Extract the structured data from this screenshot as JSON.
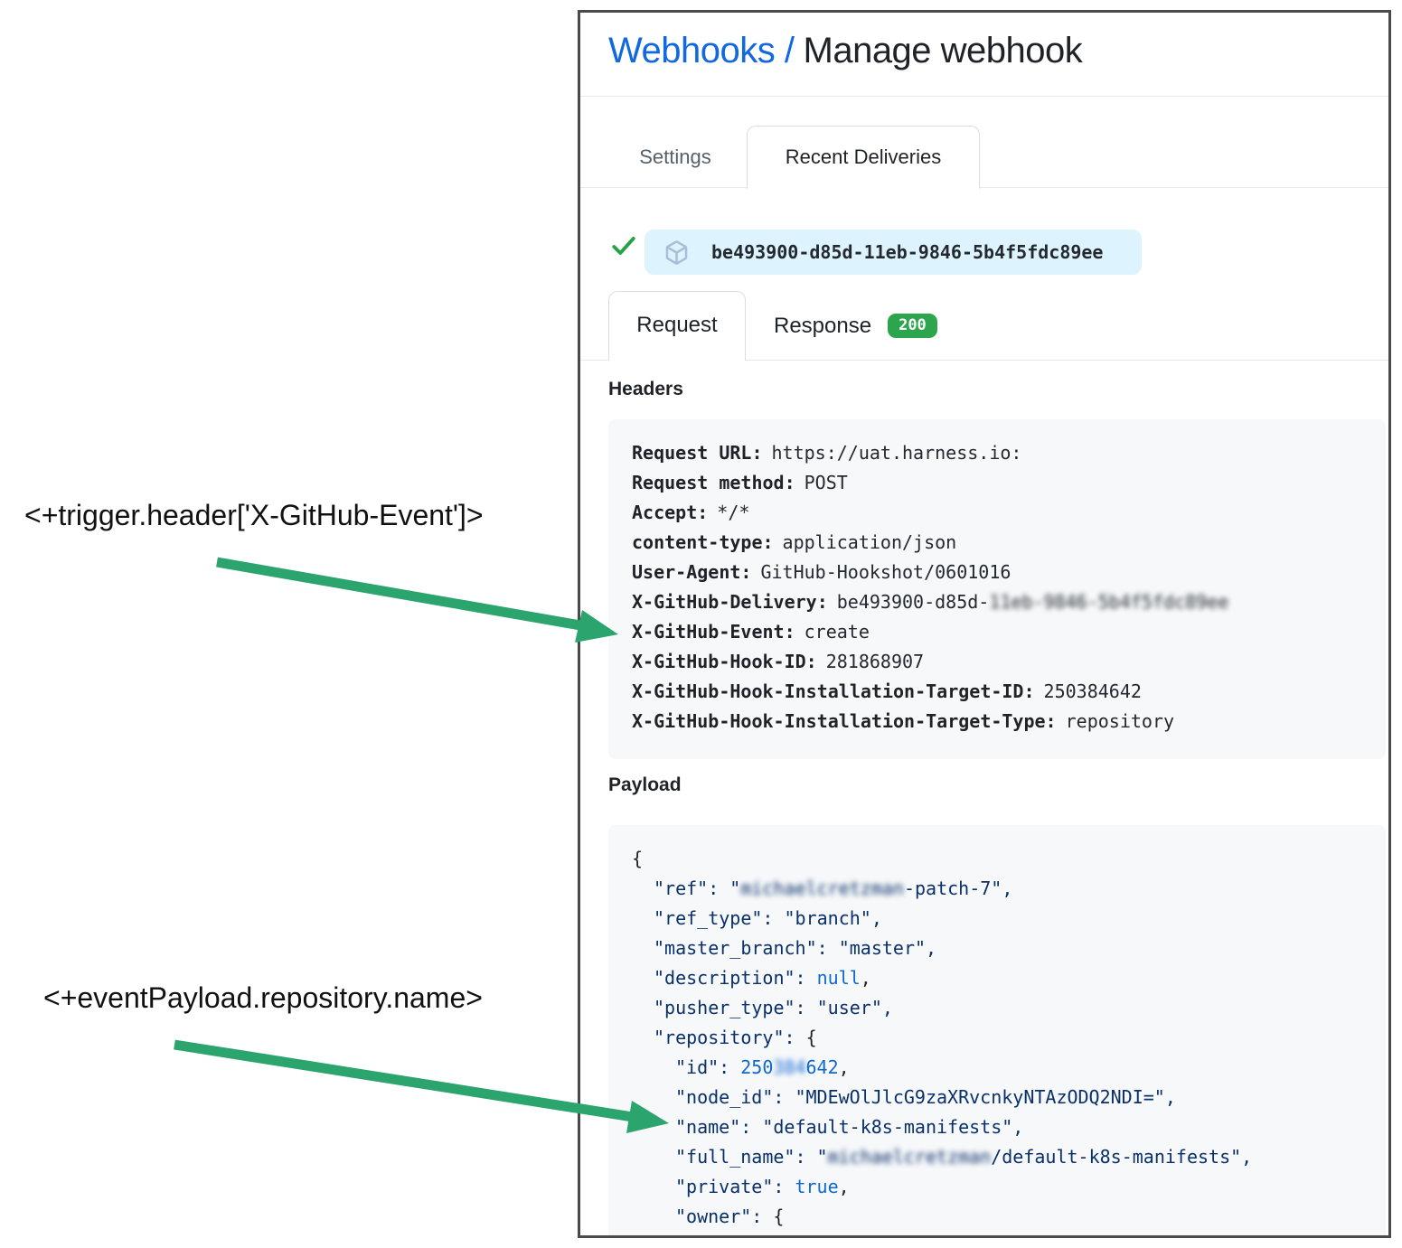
{
  "colors": {
    "arrow_green": "#2ba46d",
    "check_green": "#26a148",
    "badge_green": "#2da44e",
    "link_blue": "#1268e0",
    "pill_bg": "#ddf4ff",
    "pill_icon": "#a9bfd9",
    "box_bg": "#f6f8fa",
    "json_string_navy": "#0a3069",
    "json_const_blue": "#0f68d6"
  },
  "annotations": {
    "trigger_expression": "<+trigger.header['X-GitHub-Event']>",
    "payload_expression": "<+eventPayload.repository.name>"
  },
  "page": {
    "breadcrumb": "Webhooks /",
    "title": "Manage webhook"
  },
  "tabs": {
    "settings": "Settings",
    "recent_deliveries": "Recent Deliveries"
  },
  "delivery": {
    "guid": "be493900-d85d-11eb-9846-5b4f5fdc89ee",
    "package_icon": "package-icon",
    "check_icon": "check-icon"
  },
  "subtabs": {
    "request": "Request",
    "response": "Response",
    "status_code": "200"
  },
  "headers_section": {
    "title": "Headers",
    "rows": [
      {
        "key": "Request URL:",
        "value": "https://uat.harness.io:"
      },
      {
        "key": "Request method:",
        "value": "POST"
      },
      {
        "key": "Accept:",
        "value": "*/*"
      },
      {
        "key": "content-type:",
        "value": "application/json"
      },
      {
        "key": "User-Agent:",
        "value": "GitHub-Hookshot/0601016"
      },
      {
        "key": "X-GitHub-Delivery:",
        "value": "be493900-d85d-",
        "redacted": "11eb-9846-5b4f5fdc89ee"
      },
      {
        "key": "X-GitHub-Event:",
        "value": "create"
      },
      {
        "key": "X-GitHub-Hook-ID:",
        "value": "281868907"
      },
      {
        "key": "X-GitHub-Hook-Installation-Target-ID:",
        "value": "250384642"
      },
      {
        "key": "X-GitHub-Hook-Installation-Target-Type:",
        "value": "repository"
      }
    ]
  },
  "payload_section": {
    "title": "Payload",
    "lines": [
      {
        "punct": "{"
      },
      {
        "key": "\"ref\": ",
        "strpre": "\"",
        "redact": "michaelcretzman",
        "strpost": "-patch-7\","
      },
      {
        "key": "\"ref_type\": ",
        "str": "\"branch\","
      },
      {
        "key": "\"master_branch\": ",
        "str": "\"master\","
      },
      {
        "key": "\"description\": ",
        "kw": "null",
        "punct": ","
      },
      {
        "key": "\"pusher_type\": ",
        "str": "\"user\","
      },
      {
        "key": "\"repository\": ",
        "punct": "{"
      },
      {
        "key": "\"id\": ",
        "num": "250",
        "redactnum": "384",
        "num2": "642",
        "punct": ","
      },
      {
        "key": "\"node_id\": ",
        "str": "\"MDEwOlJlcG9zaXRvcnkyNTAzODQ2NDI=\","
      },
      {
        "key": "\"name\": ",
        "str": "\"default-k8s-manifests\","
      },
      {
        "key": "\"full_name\": ",
        "strpre": "\"",
        "redact": "michaelcretzman",
        "strpost": "/default-k8s-manifests\","
      },
      {
        "key": "\"private\": ",
        "kw": "true",
        "punct": ","
      },
      {
        "key": "\"owner\": ",
        "punct": "{"
      }
    ]
  }
}
